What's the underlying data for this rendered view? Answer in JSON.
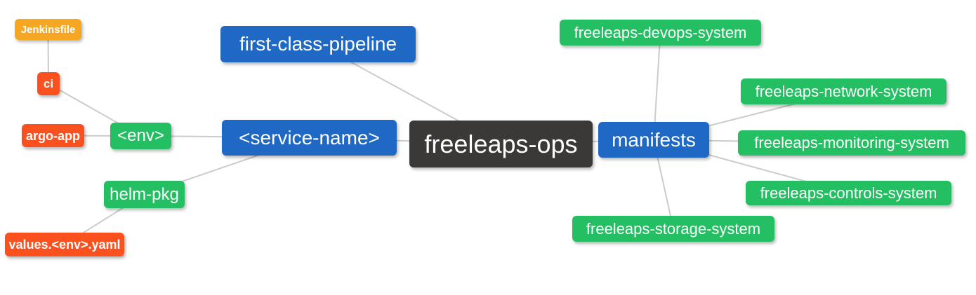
{
  "diagram": {
    "type": "mindmap-graph",
    "background": "#ffffff",
    "edge_color": "#cccccc",
    "palette": {
      "blue": "#1f68c3",
      "dark": "#3b3838",
      "green": "#23bf62",
      "red": "#fb511f",
      "amber": "#f5a623",
      "node_text": "#ffffff"
    },
    "root_label": "freeleaps-ops",
    "nodes": [
      {
        "id": "freeleaps-ops",
        "label": "freeleaps-ops",
        "color": "dark"
      },
      {
        "id": "first-class-pipeline",
        "label": "first-class-pipeline",
        "color": "blue"
      },
      {
        "id": "service-name",
        "label": "<service-name>",
        "color": "blue"
      },
      {
        "id": "manifests",
        "label": "manifests",
        "color": "blue"
      },
      {
        "id": "env",
        "label": "<env>",
        "color": "green"
      },
      {
        "id": "helm-pkg",
        "label": "helm-pkg",
        "color": "green"
      },
      {
        "id": "ci",
        "label": "ci",
        "color": "red"
      },
      {
        "id": "argo-app",
        "label": "argo-app",
        "color": "red"
      },
      {
        "id": "values-env-yaml",
        "label": "values.<env>.yaml",
        "color": "red"
      },
      {
        "id": "jenkinsfile",
        "label": "Jenkinsfile",
        "color": "amber"
      },
      {
        "id": "freeleaps-devops-system",
        "label": "freeleaps-devops-system",
        "color": "green"
      },
      {
        "id": "freeleaps-network-system",
        "label": "freeleaps-network-system",
        "color": "green"
      },
      {
        "id": "freeleaps-monitoring-system",
        "label": "freeleaps-monitoring-system",
        "color": "green"
      },
      {
        "id": "freeleaps-controls-system",
        "label": "freeleaps-controls-system",
        "color": "green"
      },
      {
        "id": "freeleaps-storage-system",
        "label": "freeleaps-storage-system",
        "color": "green"
      }
    ],
    "edges": [
      [
        "jenkinsfile",
        "ci"
      ],
      [
        "ci",
        "env"
      ],
      [
        "argo-app",
        "env"
      ],
      [
        "env",
        "service-name"
      ],
      [
        "helm-pkg",
        "service-name"
      ],
      [
        "values-env-yaml",
        "helm-pkg"
      ],
      [
        "first-class-pipeline",
        "freeleaps-ops"
      ],
      [
        "service-name",
        "freeleaps-ops"
      ],
      [
        "freeleaps-ops",
        "manifests"
      ],
      [
        "manifests",
        "freeleaps-devops-system"
      ],
      [
        "manifests",
        "freeleaps-network-system"
      ],
      [
        "manifests",
        "freeleaps-monitoring-system"
      ],
      [
        "manifests",
        "freeleaps-controls-system"
      ],
      [
        "manifests",
        "freeleaps-storage-system"
      ]
    ]
  }
}
